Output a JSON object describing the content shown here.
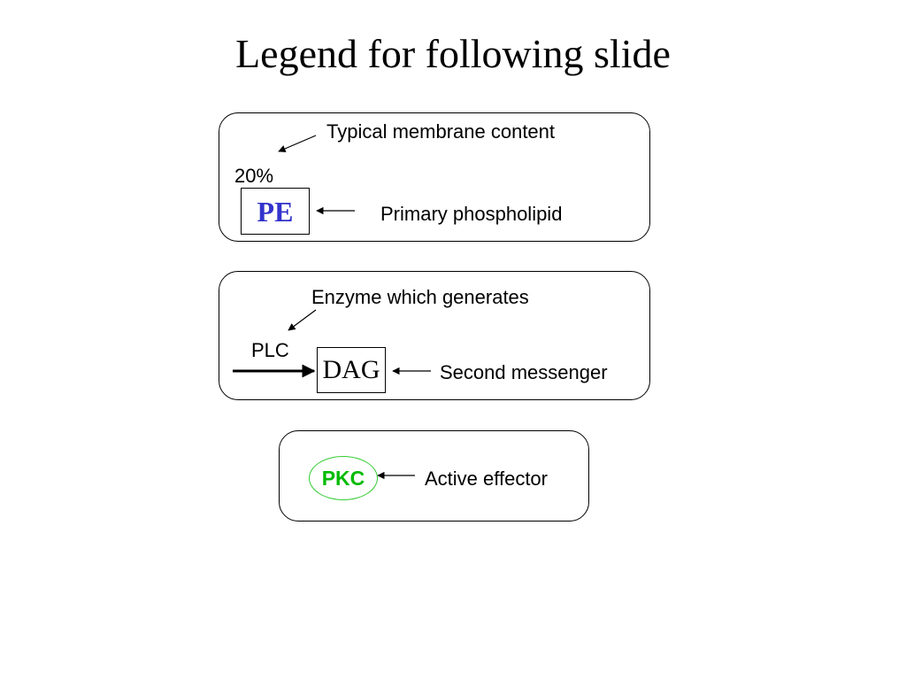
{
  "title": "Legend for following slide",
  "panel_pe": {
    "percent_label": "20%",
    "box_label": "PE",
    "note_top": "Typical membrane content",
    "note_right": "Primary phospholipid",
    "accent_color": "#3333cc"
  },
  "panel_dag": {
    "enzyme_label": "PLC",
    "box_label": "DAG",
    "note_top": "Enzyme which generates",
    "note_right": "Second messenger"
  },
  "panel_pkc": {
    "ellipse_label": "PKC",
    "note_right": "Active effector",
    "accent_color": "#00bb00"
  }
}
